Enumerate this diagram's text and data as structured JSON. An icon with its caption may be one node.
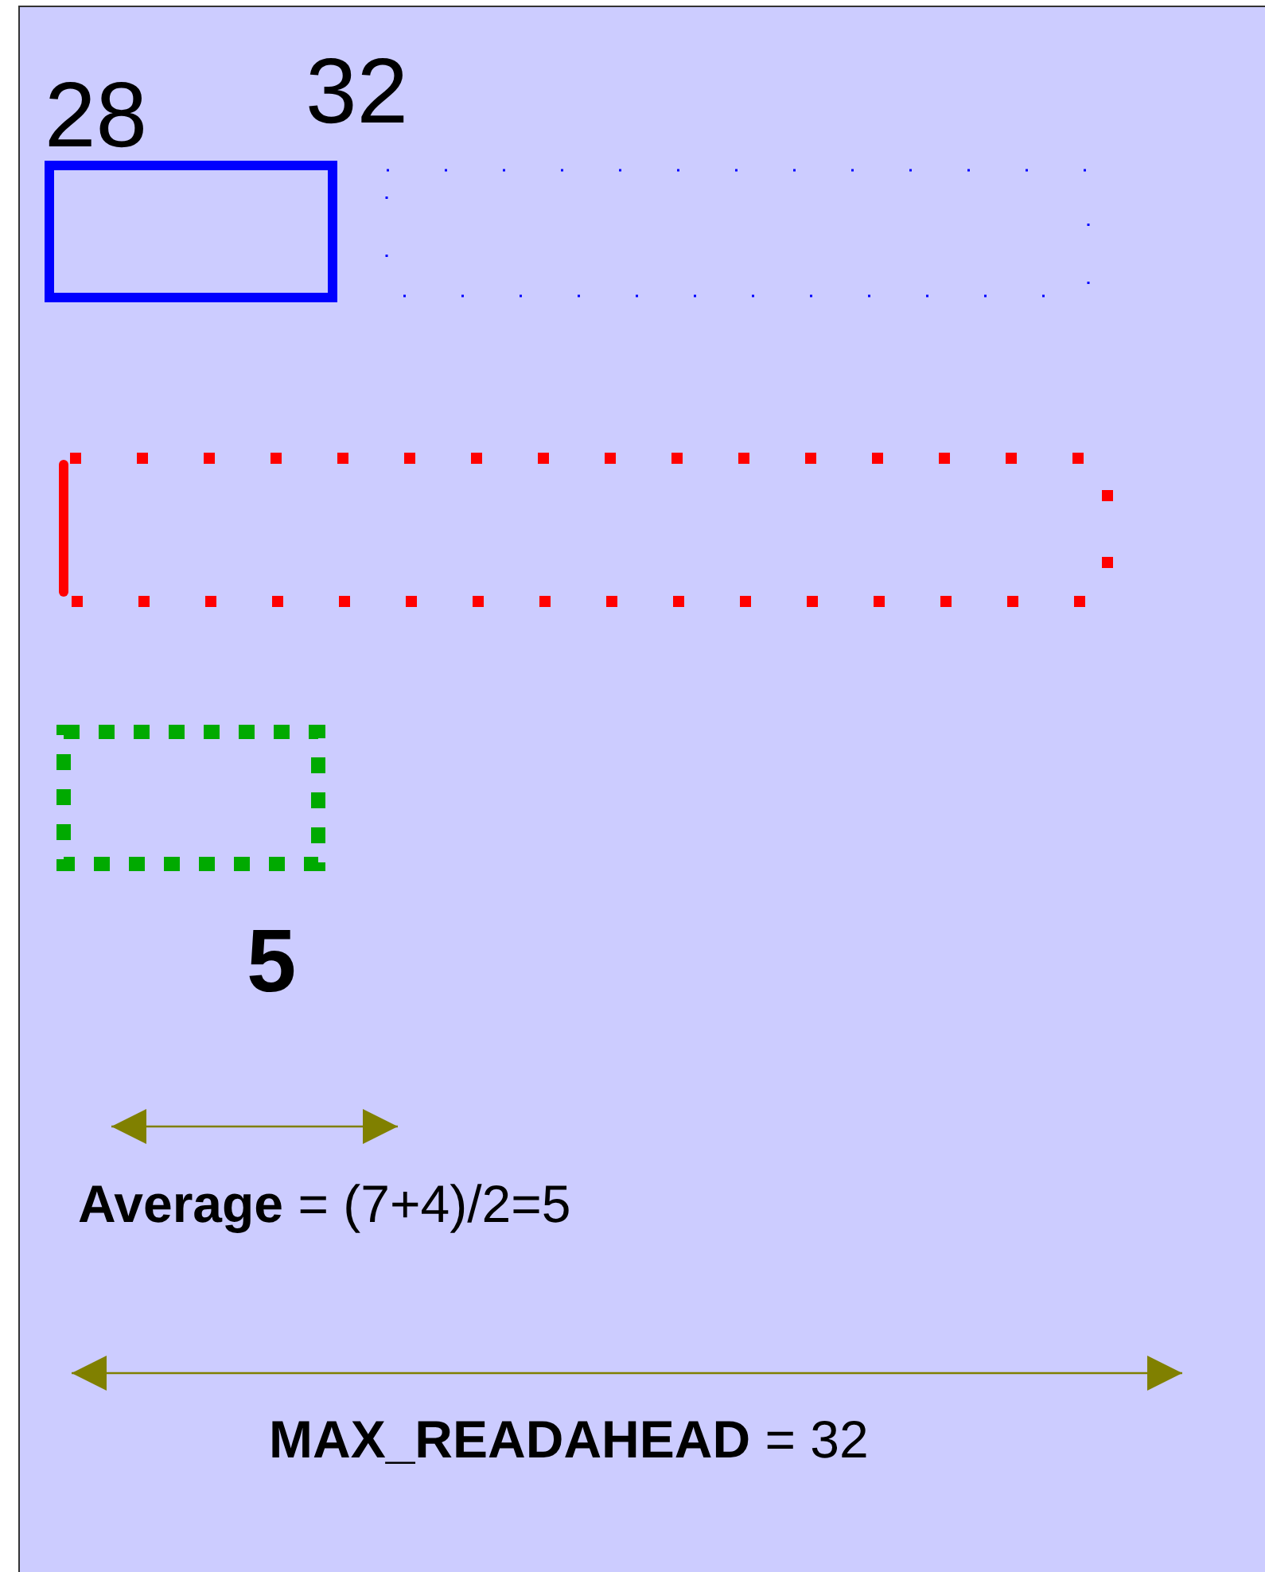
{
  "diagram": {
    "nodes": [
      {
        "text": [],
        "shape": "box"
      },
      {
        "text": [],
        "shape": "box"
      },
      {
        "text": [],
        "shape": "box"
      },
      {
        "text": [],
        "shape": "box"
      }
    ],
    "labels": [
      "28",
      "32",
      "5",
      "**Average** = (7+4)/2=5",
      "**MAX_READAHEAD** = 32"
    ]
  }
}
